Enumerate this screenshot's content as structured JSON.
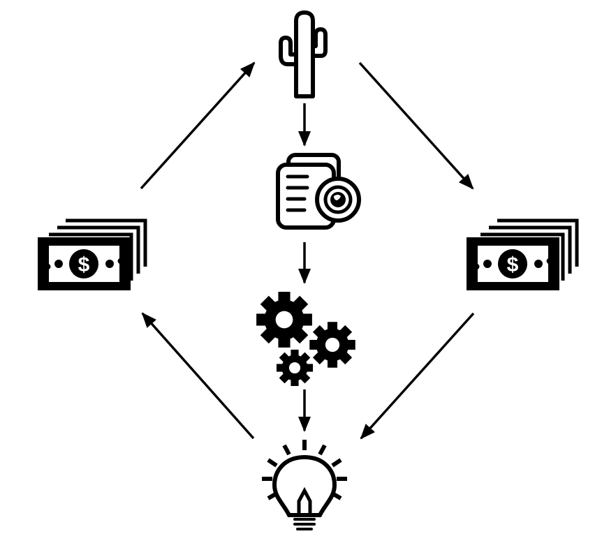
{
  "diagram": {
    "nodes": [
      {
        "id": "cactus",
        "icon": "cactus-icon"
      },
      {
        "id": "document",
        "icon": "document-globe-icon"
      },
      {
        "id": "gears",
        "icon": "gears-icon"
      },
      {
        "id": "bulb",
        "icon": "lightbulb-icon"
      },
      {
        "id": "money_left",
        "icon": "money-stack-icon"
      },
      {
        "id": "money_right",
        "icon": "money-stack-icon"
      }
    ],
    "edges": [
      {
        "from": "cactus",
        "to": "document"
      },
      {
        "from": "document",
        "to": "gears"
      },
      {
        "from": "gears",
        "to": "bulb"
      },
      {
        "from": "cactus",
        "to": "money_right"
      },
      {
        "from": "money_right",
        "to": "bulb"
      },
      {
        "from": "bulb",
        "to": "money_left"
      },
      {
        "from": "money_left",
        "to": "cactus"
      }
    ],
    "colors": {
      "ink": "#000000",
      "background": "#ffffff"
    },
    "dollar_symbol": "$"
  }
}
